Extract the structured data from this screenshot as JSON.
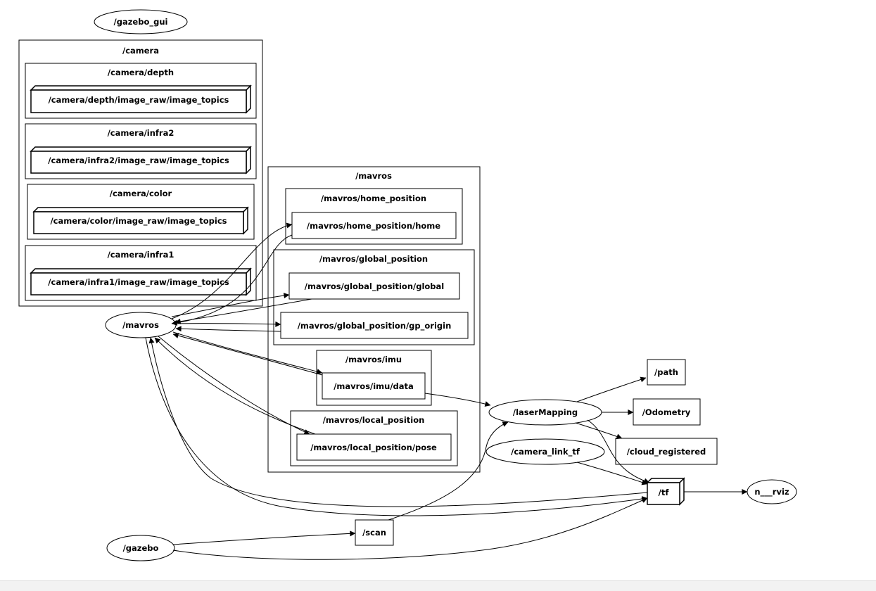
{
  "graph": {
    "clusters": {
      "camera": "/camera",
      "camera_depth": "/camera/depth",
      "camera_infra2": "/camera/infra2",
      "camera_color": "/camera/color",
      "camera_infra1": "/camera/infra1",
      "mavros": "/mavros",
      "mavros_home_position": "/mavros/home_position",
      "mavros_global_position": "/mavros/global_position",
      "mavros_imu": "/mavros/imu",
      "mavros_local_position": "/mavros/local_position"
    },
    "nodes": {
      "gazebo_gui": "/gazebo_gui",
      "mavros": "/mavros",
      "gazebo": "/gazebo",
      "laser_mapping": "/laserMapping",
      "camera_link_tf": "/camera_link_tf",
      "rviz": "n___rviz"
    },
    "topics": {
      "depth_image_topics": "/camera/depth/image_raw/image_topics",
      "infra2_image_topics": "/camera/infra2/image_raw/image_topics",
      "color_image_topics": "/camera/color/image_raw/image_topics",
      "infra1_image_topics": "/camera/infra1/image_raw/image_topics",
      "home_position_home": "/mavros/home_position/home",
      "global_position_global": "/mavros/global_position/global",
      "global_position_gp_origin": "/mavros/global_position/gp_origin",
      "imu_data": "/mavros/imu/data",
      "local_position_pose": "/mavros/local_position/pose",
      "path": "/path",
      "odometry": "/Odometry",
      "cloud_registered": "/cloud_registered",
      "tf": "/tf",
      "scan": "/scan"
    }
  }
}
